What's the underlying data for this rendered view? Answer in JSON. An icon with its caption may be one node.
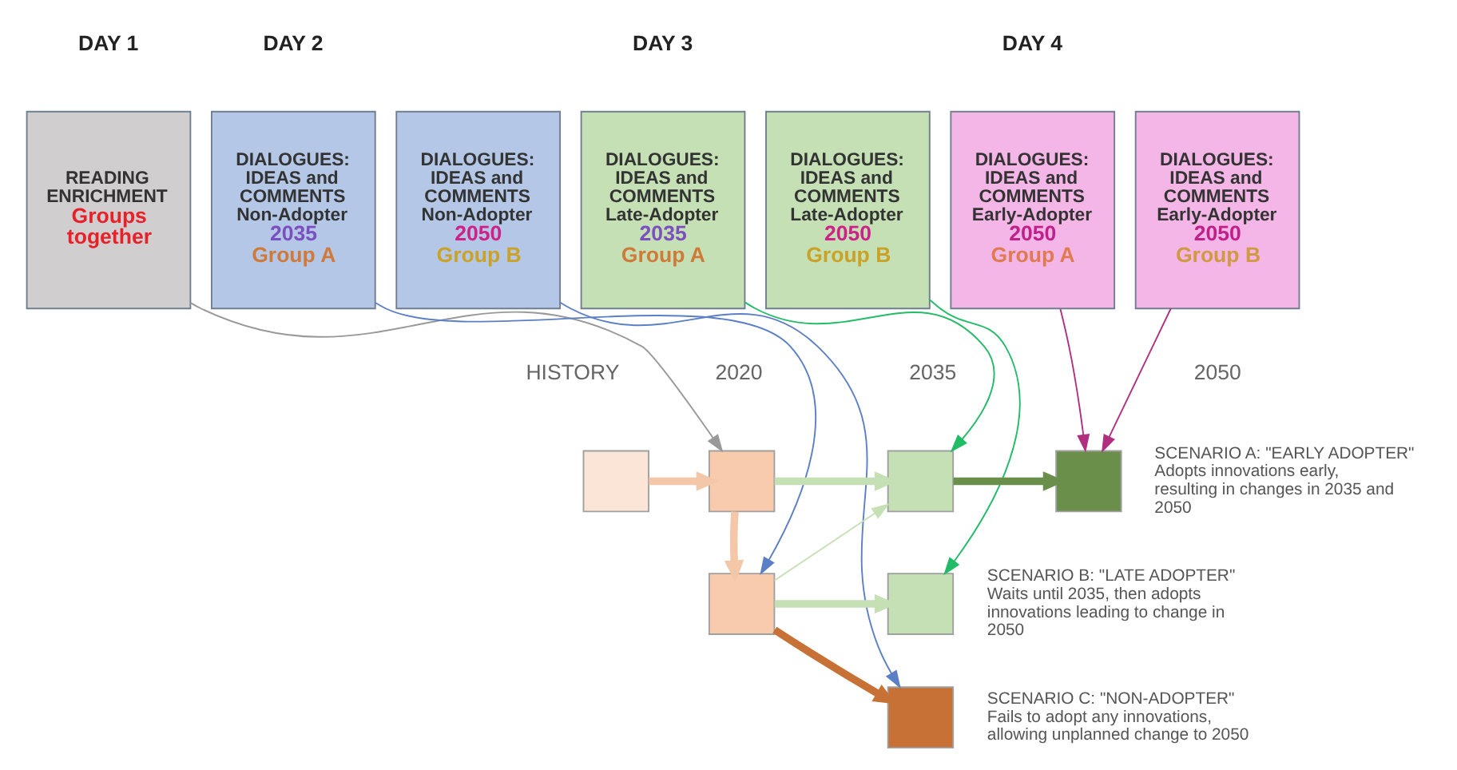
{
  "diagram": {
    "nodes": [
      {
        "text": [
          "READING ENRICHMENT",
          "Groups together"
        ]
      },
      {
        "text": [
          "DIALOGUES: IDEAS and COMMENTS Non-Adopter",
          "2035",
          "Group A"
        ]
      },
      {
        "text": [
          "DIALOGUES: IDEAS and COMMENTS Non-Adopter",
          "2050",
          "Group B"
        ]
      },
      {
        "text": [
          "DIALOGUES: IDEAS and COMMENTS Late-Adopter",
          "2035",
          "Group A"
        ]
      },
      {
        "text": [
          "DIALOGUES: IDEAS and COMMENTS Late-Adopter",
          "2050",
          "Group B"
        ]
      },
      {
        "text": [
          "DIALOGUES: IDEAS and COMMENTS Early-Adopter",
          "2050",
          "Group A"
        ]
      },
      {
        "text": [
          "DIALOGUES: IDEAS and COMMENTS Early-Adopter",
          "2050",
          "Group B"
        ]
      },
      {
        "text": [],
        "shape": "box"
      },
      {
        "text": [],
        "shape": "box"
      },
      {
        "text": [],
        "shape": "box"
      },
      {
        "text": [],
        "shape": "box",
        "beside": [
          "SCENARIO A: \"EARLY ADOPTER\"",
          "Adopts innovations early, resulting in changes in 2035 and 2050"
        ]
      },
      {
        "text": [],
        "shape": "box"
      },
      {
        "text": [],
        "shape": "box",
        "beside": [
          "SCENARIO B: \"LATE ADOPTER\"",
          "Waits until 2035, then adopts innovations leading to change in 2050"
        ]
      },
      {
        "text": [],
        "shape": "box",
        "beside": [
          "SCENARIO C: \"NON-ADOPTER\"",
          "Fails to adopt any innovations, allowing unplanned change to 2050"
        ]
      }
    ],
    "edges": [
      {
        "from": 7,
        "to": 8,
        "arrow": "to",
        "style": "thick",
        "color": "#f4c7a8"
      },
      {
        "from": 8,
        "to": 9,
        "arrow": "to",
        "style": "thick",
        "color": "#c5e0b4"
      },
      {
        "from": 9,
        "to": 10,
        "arrow": "to",
        "style": "thick",
        "color": "#6a8f4a"
      },
      {
        "from": 8,
        "to": 11,
        "arrow": "to",
        "style": "thick",
        "color": "#f4c7a8"
      },
      {
        "from": 11,
        "to": 9,
        "arrow": "to",
        "color": "#c5e0b4"
      },
      {
        "from": 11,
        "to": 12,
        "arrow": "to",
        "style": "thick",
        "color": "#c5e0b4"
      },
      {
        "from": 11,
        "to": 13,
        "arrow": "to",
        "style": "thick",
        "color": "#c87137"
      },
      {
        "from": 0,
        "to": 8,
        "arrow": "to",
        "color": "#999999"
      },
      {
        "from": 1,
        "to": 11,
        "arrow": "to",
        "color": "#5b7fc7"
      },
      {
        "from": 2,
        "to": 13,
        "arrow": "to",
        "color": "#5b7fc7"
      },
      {
        "from": 3,
        "to": 9,
        "arrow": "to",
        "color": "#22bb66"
      },
      {
        "from": 4,
        "to": 12,
        "arrow": "to",
        "color": "#22bb66"
      },
      {
        "from": 5,
        "to": 10,
        "arrow": "to",
        "color": "#b0307f"
      },
      {
        "from": 6,
        "to": 10,
        "arrow": "to",
        "color": "#b0307f"
      }
    ],
    "labels": [
      "DAY 1",
      "DAY 2",
      "DAY 3",
      "DAY 4",
      "HISTORY",
      "2020",
      "2035",
      "2050"
    ]
  }
}
